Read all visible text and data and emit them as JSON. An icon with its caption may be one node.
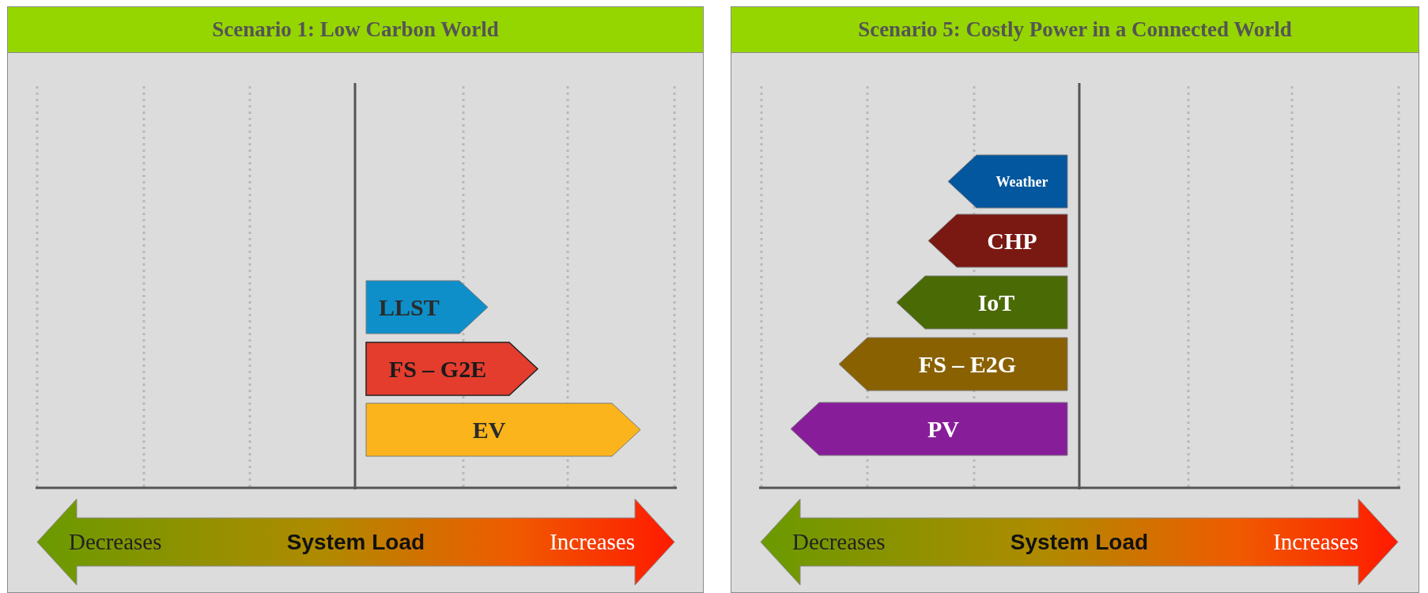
{
  "diagram": {
    "nodes": [
      {
        "text": [
          "Scenario 1: Low Carbon World"
        ]
      },
      {
        "text": [
          "LLST"
        ],
        "in": 0
      },
      {
        "text": [
          "FS – G2E"
        ],
        "in": 0
      },
      {
        "text": [
          "EV"
        ],
        "in": 0
      },
      {
        "text": [
          "Decreases",
          "System Load",
          "Increases"
        ],
        "in": 0
      },
      {
        "text": [
          "Scenario 5: Costly Power in a Connected World"
        ]
      },
      {
        "text": [
          "Weather"
        ],
        "in": 5
      },
      {
        "text": [
          "CHP"
        ],
        "in": 5
      },
      {
        "text": [
          "IoT"
        ],
        "in": 5
      },
      {
        "text": [
          "FS – E2G"
        ],
        "in": 5
      },
      {
        "text": [
          "PV"
        ],
        "in": 5
      },
      {
        "text": [
          "Decreases",
          "System Load",
          "Increases"
        ],
        "in": 5
      }
    ],
    "edges": []
  }
}
